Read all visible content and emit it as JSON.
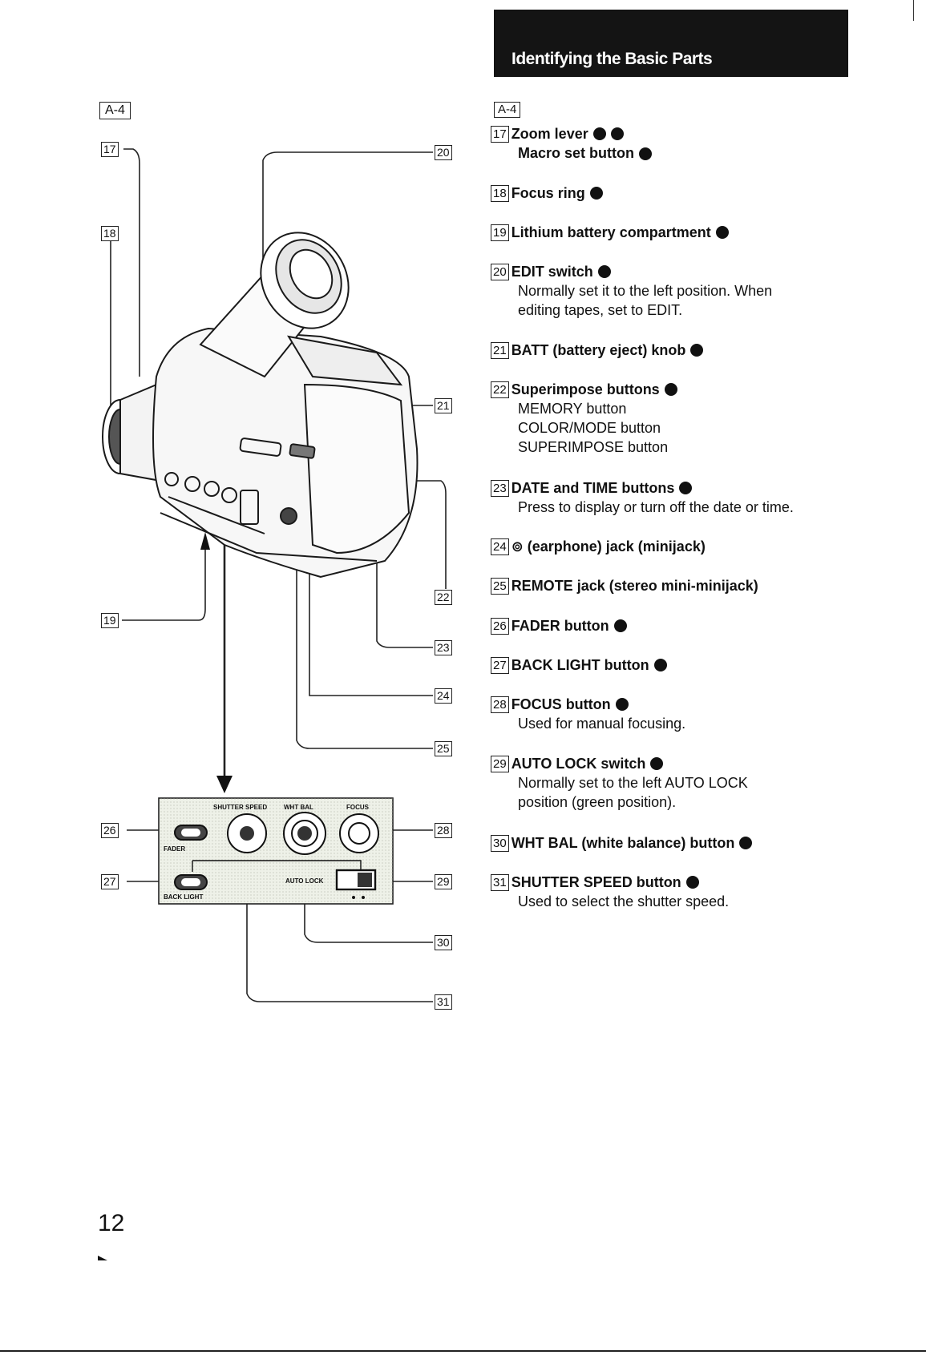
{
  "header": {
    "title": "Identifying the Basic Parts"
  },
  "figure": {
    "label": "A-4",
    "callouts": [
      "17",
      "18",
      "19",
      "20",
      "21",
      "22",
      "23",
      "24",
      "25",
      "26",
      "27",
      "28",
      "29",
      "30",
      "31"
    ],
    "panel_labels": {
      "shutter_speed": "SHUTTER SPEED",
      "wht_bal": "WHT BAL",
      "focus": "FOCUS",
      "fader": "FADER",
      "back_light": "BACK LIGHT",
      "auto_lock": "AUTO LOCK"
    }
  },
  "section_label": "A-4",
  "parts": [
    {
      "num": "17",
      "title": "Zoom lever",
      "refs": 2,
      "lines": [
        {
          "text": "Macro set button",
          "bold": true,
          "refs": 1
        }
      ]
    },
    {
      "num": "18",
      "title": "Focus ring",
      "refs": 1,
      "lines": []
    },
    {
      "num": "19",
      "title": "Lithium battery compartment",
      "refs": 1,
      "lines": []
    },
    {
      "num": "20",
      "title": "EDIT switch",
      "refs": 1,
      "lines": [
        {
          "text": "Normally set it to the left position. When",
          "bold": false,
          "refs": 0
        },
        {
          "text": "editing tapes, set to EDIT.",
          "bold": false,
          "refs": 0
        }
      ]
    },
    {
      "num": "21",
      "title": "BATT (battery eject) knob",
      "refs": 1,
      "lines": []
    },
    {
      "num": "22",
      "title": "Superimpose buttons",
      "refs": 1,
      "lines": [
        {
          "text": "MEMORY button",
          "bold": false,
          "refs": 0
        },
        {
          "text": "COLOR/MODE button",
          "bold": false,
          "refs": 0
        },
        {
          "text": "SUPERIMPOSE button",
          "bold": false,
          "refs": 0
        }
      ]
    },
    {
      "num": "23",
      "title": "DATE and TIME buttons",
      "refs": 1,
      "lines": [
        {
          "text": "Press to display or turn off the date or time.",
          "bold": false,
          "refs": 0
        }
      ]
    },
    {
      "num": "24",
      "title": "⊚ (earphone) jack (minijack)",
      "refs": 0,
      "lines": []
    },
    {
      "num": "25",
      "title": "REMOTE jack (stereo mini-minijack)",
      "refs": 0,
      "lines": []
    },
    {
      "num": "26",
      "title": "FADER button",
      "refs": 1,
      "lines": []
    },
    {
      "num": "27",
      "title": "BACK LIGHT button",
      "refs": 1,
      "lines": []
    },
    {
      "num": "28",
      "title": "FOCUS button",
      "refs": 1,
      "lines": [
        {
          "text": "Used for manual focusing.",
          "bold": false,
          "refs": 0
        }
      ]
    },
    {
      "num": "29",
      "title": "AUTO LOCK switch",
      "refs": 1,
      "lines": [
        {
          "text": "Normally set to the left AUTO LOCK",
          "bold": false,
          "refs": 0
        },
        {
          "text": "position (green position).",
          "bold": false,
          "refs": 0
        }
      ]
    },
    {
      "num": "30",
      "title": "WHT BAL (white balance) button",
      "refs": 1,
      "lines": []
    },
    {
      "num": "31",
      "title": "SHUTTER SPEED button",
      "refs": 1,
      "lines": [
        {
          "text": "Used to select the shutter speed.",
          "bold": false,
          "refs": 0
        }
      ]
    }
  ],
  "page_number": "12"
}
